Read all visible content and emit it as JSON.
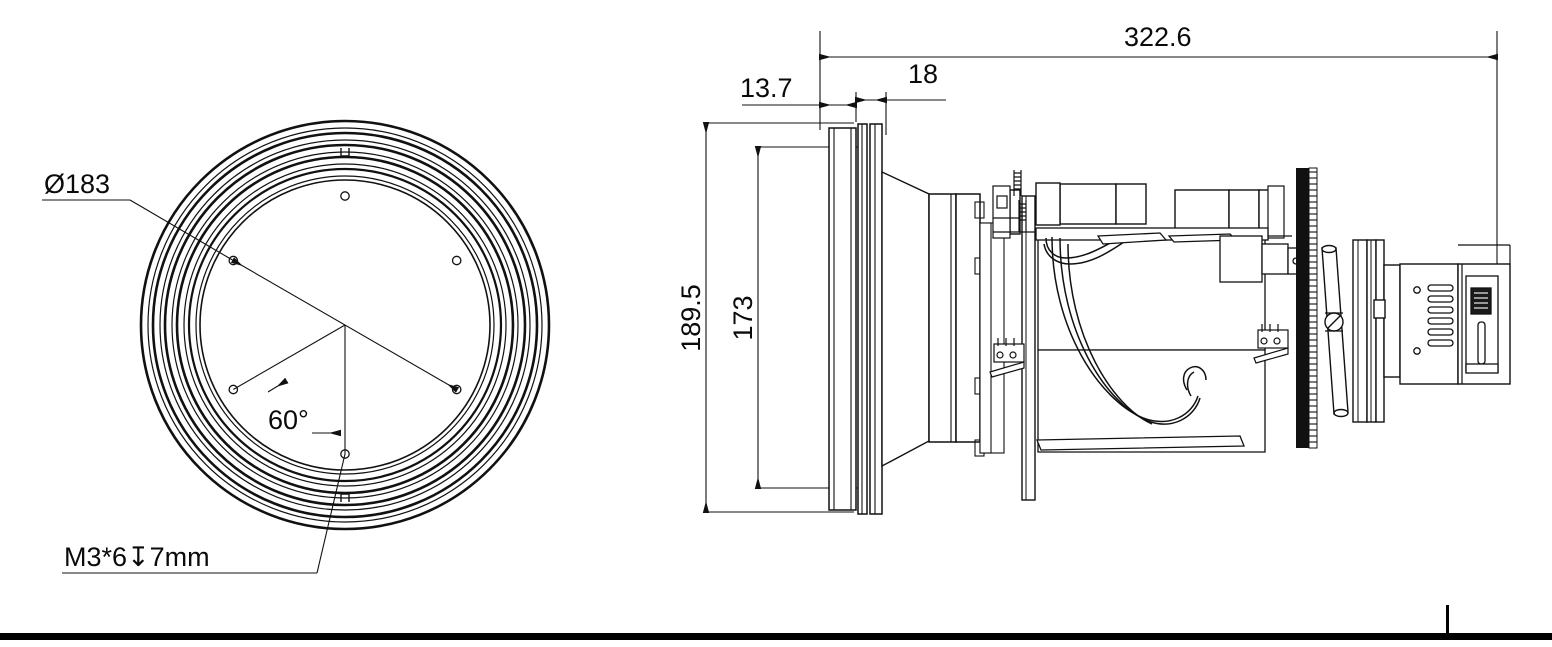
{
  "drawing": {
    "title": "Mechanical outline drawing - continuous zoom thermal lens assembly",
    "line_color": "#111111",
    "text_color": "#0a0a0a",
    "background": "#ffffff",
    "border_color": "#000000"
  },
  "front_view": {
    "name": "front-circular-view",
    "annotations": {
      "diameter": "Ø183",
      "angle": "60°",
      "thread_spec": "M3*6↧7mm"
    },
    "hole_count": 6,
    "hole_spacing_deg": 60,
    "ring_count": 7
  },
  "side_view": {
    "name": "side-section-view",
    "dimensions": {
      "overall_length": "322.6",
      "flange_thickness": "13.7",
      "step_width": "18",
      "outer_height": "189.5",
      "inner_height": "173"
    }
  },
  "callouts": [
    {
      "id": "dia-183",
      "label": "Ø183"
    },
    {
      "id": "angle-60",
      "label": "60°"
    },
    {
      "id": "thread-m3",
      "label": "M3*6↧7mm"
    },
    {
      "id": "len-3226",
      "label": "322.6"
    },
    {
      "id": "w-137",
      "label": "13.7"
    },
    {
      "id": "w-18",
      "label": "18"
    },
    {
      "id": "h-1895",
      "label": "189.5"
    },
    {
      "id": "h-173",
      "label": "173"
    }
  ]
}
